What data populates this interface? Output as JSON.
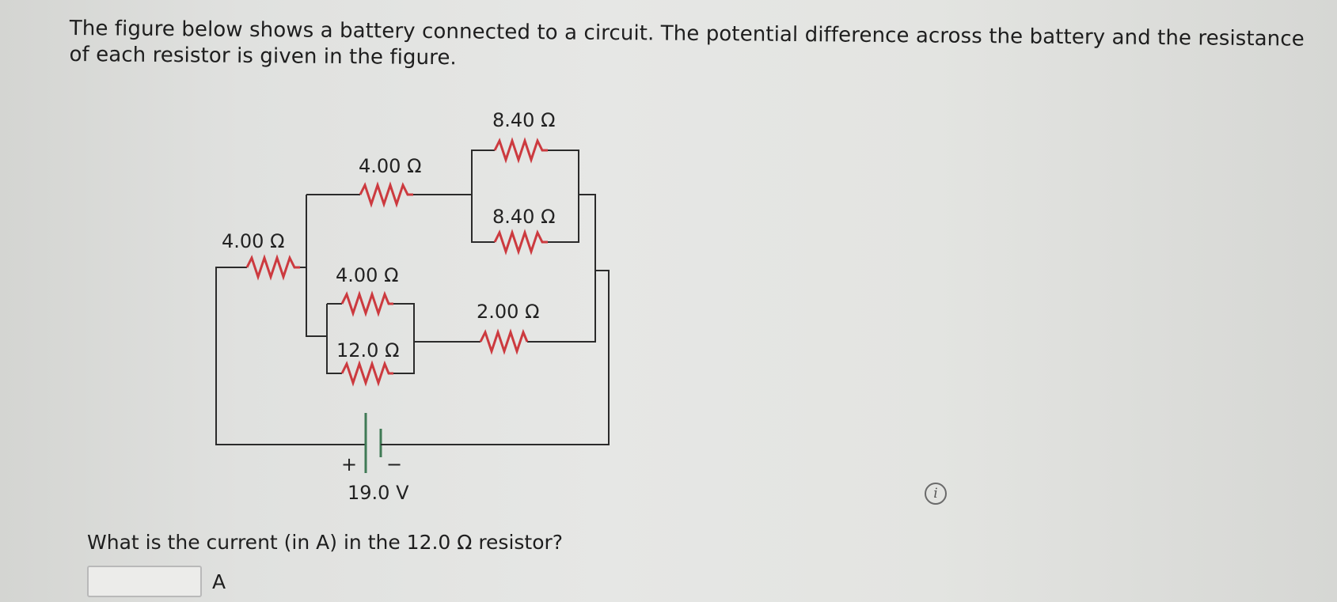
{
  "question": {
    "text": "The figure below shows a battery connected to a circuit. The potential difference across the battery and the resistance of each resistor is given in the figure."
  },
  "circuit": {
    "resistors": {
      "r_left": "4.00 Ω",
      "r_top_series": "4.00 Ω",
      "r_parallel_top": "8.40 Ω",
      "r_parallel_bottom": "8.40 Ω",
      "r_mid_top": "4.00 Ω",
      "r_mid_bottom": "12.0 Ω",
      "r_right": "2.00 Ω"
    },
    "battery": {
      "voltage": "19.0 V",
      "plus": "+",
      "minus": "−"
    },
    "colors": {
      "wire": "#2b2b2b",
      "resistor": "#cc3a3f",
      "battery": "#3f7a55",
      "label": "#222222"
    }
  },
  "info_icon": {
    "glyph": "i"
  },
  "prompt": {
    "text": "What is the current (in A) in the 12.0 Ω resistor?"
  },
  "answer": {
    "value": "",
    "placeholder": "",
    "unit": "A"
  }
}
